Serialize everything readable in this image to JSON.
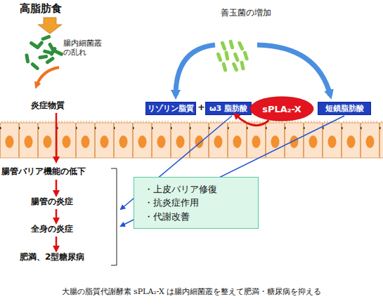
{
  "diagram": {
    "caption": "大腸の脂質代謝酵素 sPLA₂-X は腸内細菌叢を整えて肥満・糖尿病を抑える",
    "nodes": [
      {
        "text": [
          "リゾリン脂質"
        ]
      },
      {
        "text": [
          "ω3 脂肪酸"
        ]
      },
      {
        "text": [
          "sPLA₂-X"
        ]
      },
      {
        "text": [
          "短鎖脂肪酸"
        ]
      },
      {
        "text": [
          "・上皮バリア修復",
          "・抗炎症作用",
          "・代謝改善"
        ]
      }
    ],
    "edges": [
      {
        "from": 2,
        "to": 1,
        "arrow": "to"
      }
    ],
    "labels": [
      "高脂肪食",
      "腸内細菌叢 の乱れ",
      "炎症物質",
      "善玉菌の増加",
      "+",
      "腸管バリア機能の低下",
      "腸管の炎症",
      "全身の炎症",
      "肥満、2型糖尿病"
    ]
  }
}
